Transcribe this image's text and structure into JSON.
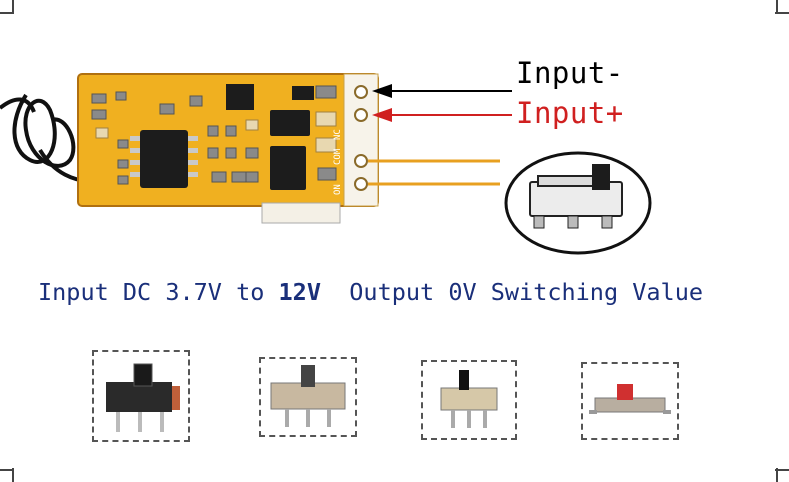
{
  "labels": {
    "input_minus": "Input-",
    "input_plus": "Input+"
  },
  "caption": {
    "part1": "Input DC 3.7V to ",
    "part2_bold": "12V",
    "part3": "  Output 0V Switching Value"
  },
  "pcb_silkscreen": {
    "nc": "NC",
    "com": "COM",
    "on": "ON"
  },
  "colors": {
    "pcb": "#f0b020",
    "wire_orange": "#e8a020",
    "arrow_black": "#000000",
    "arrow_red": "#d02020",
    "caption": "#1a2f7a"
  },
  "switch_examples": [
    {
      "icon": "slide-switch-black-icon"
    },
    {
      "icon": "slide-switch-metal-icon"
    },
    {
      "icon": "slide-switch-mini-icon"
    },
    {
      "icon": "slide-switch-red-icon"
    }
  ]
}
